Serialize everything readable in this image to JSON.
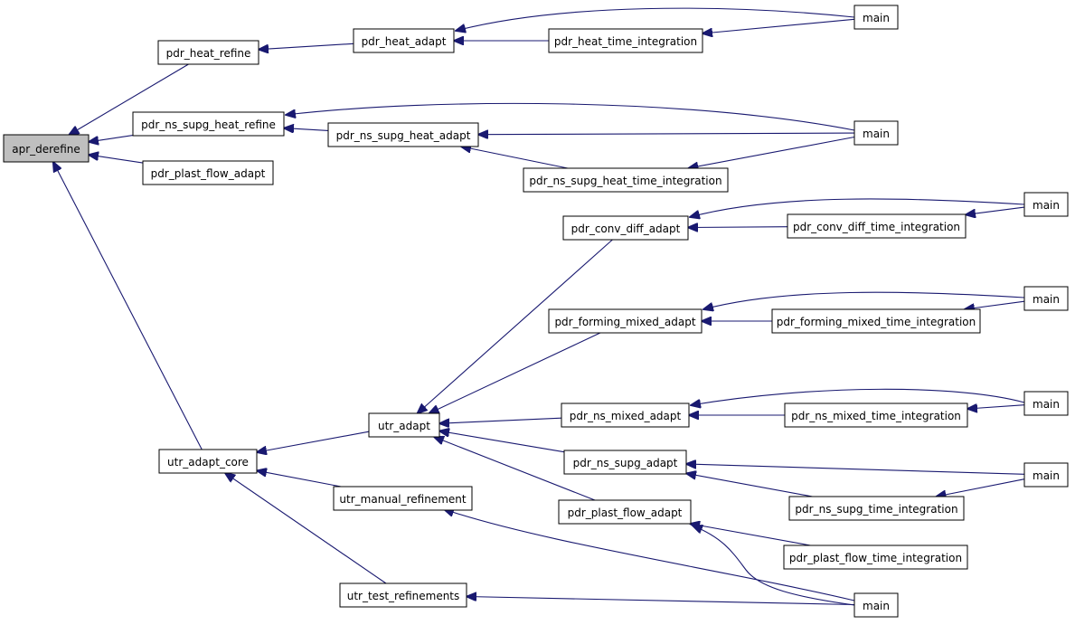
{
  "diagram": {
    "nodes": [
      {
        "id": "apr_derefine",
        "label": "apr_derefine",
        "root": true
      },
      {
        "id": "pdr_heat_refine",
        "label": "pdr_heat_refine"
      },
      {
        "id": "pdr_heat_adapt",
        "label": "pdr_heat_adapt"
      },
      {
        "id": "pdr_heat_time_integration",
        "label": "pdr_heat_time_integration"
      },
      {
        "id": "main_1",
        "label": "main"
      },
      {
        "id": "pdr_ns_supg_heat_refine",
        "label": "pdr_ns_supg_heat_refine"
      },
      {
        "id": "pdr_ns_supg_heat_adapt",
        "label": "pdr_ns_supg_heat_adapt"
      },
      {
        "id": "pdr_ns_supg_heat_time_integration",
        "label": "pdr_ns_supg_heat_time_integration"
      },
      {
        "id": "main_2",
        "label": "main"
      },
      {
        "id": "pdr_plast_flow_adapt_1",
        "label": "pdr_plast_flow_adapt"
      },
      {
        "id": "pdr_conv_diff_adapt",
        "label": "pdr_conv_diff_adapt"
      },
      {
        "id": "pdr_conv_diff_time_integration",
        "label": "pdr_conv_diff_time_integration"
      },
      {
        "id": "main_3",
        "label": "main"
      },
      {
        "id": "pdr_forming_mixed_adapt",
        "label": "pdr_forming_mixed_adapt"
      },
      {
        "id": "pdr_forming_mixed_time_integration",
        "label": "pdr_forming_mixed_time_integration"
      },
      {
        "id": "main_4",
        "label": "main"
      },
      {
        "id": "utr_adapt",
        "label": "utr_adapt"
      },
      {
        "id": "pdr_ns_mixed_adapt",
        "label": "pdr_ns_mixed_adapt"
      },
      {
        "id": "pdr_ns_mixed_time_integration",
        "label": "pdr_ns_mixed_time_integration"
      },
      {
        "id": "main_5",
        "label": "main"
      },
      {
        "id": "utr_adapt_core",
        "label": "utr_adapt_core"
      },
      {
        "id": "pdr_ns_supg_adapt",
        "label": "pdr_ns_supg_adapt"
      },
      {
        "id": "main_6",
        "label": "main"
      },
      {
        "id": "utr_manual_refinement",
        "label": "utr_manual_refinement"
      },
      {
        "id": "pdr_ns_supg_time_integration",
        "label": "pdr_ns_supg_time_integration"
      },
      {
        "id": "pdr_plast_flow_adapt_2",
        "label": "pdr_plast_flow_adapt"
      },
      {
        "id": "pdr_plast_flow_time_integration",
        "label": "pdr_plast_flow_time_integration"
      },
      {
        "id": "utr_test_refinements",
        "label": "utr_test_refinements"
      },
      {
        "id": "main_7",
        "label": "main"
      }
    ],
    "edges": [
      {
        "from": "pdr_heat_refine",
        "to": "apr_derefine"
      },
      {
        "from": "pdr_ns_supg_heat_refine",
        "to": "apr_derefine"
      },
      {
        "from": "pdr_plast_flow_adapt_1",
        "to": "apr_derefine"
      },
      {
        "from": "utr_adapt_core",
        "to": "apr_derefine"
      },
      {
        "from": "pdr_heat_adapt",
        "to": "pdr_heat_refine"
      },
      {
        "from": "main_1",
        "to": "pdr_heat_adapt"
      },
      {
        "from": "pdr_heat_time_integration",
        "to": "pdr_heat_adapt"
      },
      {
        "from": "main_1",
        "to": "pdr_heat_time_integration"
      },
      {
        "from": "main_2",
        "to": "pdr_ns_supg_heat_refine"
      },
      {
        "from": "pdr_ns_supg_heat_adapt",
        "to": "pdr_ns_supg_heat_refine"
      },
      {
        "from": "main_2",
        "to": "pdr_ns_supg_heat_adapt"
      },
      {
        "from": "pdr_ns_supg_heat_time_integration",
        "to": "pdr_ns_supg_heat_adapt"
      },
      {
        "from": "main_2",
        "to": "pdr_ns_supg_heat_time_integration"
      },
      {
        "from": "utr_adapt",
        "to": "utr_adapt_core"
      },
      {
        "from": "utr_manual_refinement",
        "to": "utr_adapt_core"
      },
      {
        "from": "utr_test_refinements",
        "to": "utr_adapt_core"
      },
      {
        "from": "pdr_conv_diff_adapt",
        "to": "utr_adapt"
      },
      {
        "from": "pdr_forming_mixed_adapt",
        "to": "utr_adapt"
      },
      {
        "from": "pdr_ns_mixed_adapt",
        "to": "utr_adapt"
      },
      {
        "from": "pdr_ns_supg_adapt",
        "to": "utr_adapt"
      },
      {
        "from": "pdr_plast_flow_adapt_2",
        "to": "utr_adapt"
      },
      {
        "from": "main_3",
        "to": "pdr_conv_diff_adapt"
      },
      {
        "from": "pdr_conv_diff_time_integration",
        "to": "pdr_conv_diff_adapt"
      },
      {
        "from": "main_3",
        "to": "pdr_conv_diff_time_integration"
      },
      {
        "from": "main_4",
        "to": "pdr_forming_mixed_adapt"
      },
      {
        "from": "pdr_forming_mixed_time_integration",
        "to": "pdr_forming_mixed_adapt"
      },
      {
        "from": "main_4",
        "to": "pdr_forming_mixed_time_integration"
      },
      {
        "from": "main_5",
        "to": "pdr_ns_mixed_adapt"
      },
      {
        "from": "pdr_ns_mixed_time_integration",
        "to": "pdr_ns_mixed_adapt"
      },
      {
        "from": "main_5",
        "to": "pdr_ns_mixed_time_integration"
      },
      {
        "from": "main_6",
        "to": "pdr_ns_supg_adapt"
      },
      {
        "from": "pdr_ns_supg_time_integration",
        "to": "pdr_ns_supg_adapt"
      },
      {
        "from": "main_6",
        "to": "pdr_ns_supg_time_integration"
      },
      {
        "from": "main_7",
        "to": "pdr_plast_flow_adapt_2"
      },
      {
        "from": "pdr_plast_flow_time_integration",
        "to": "pdr_plast_flow_adapt_2"
      },
      {
        "from": "main_7",
        "to": "utr_manual_refinement"
      },
      {
        "from": "main_7",
        "to": "utr_test_refinements"
      }
    ],
    "colors": {
      "edge": "#191970",
      "root_fill": "#bfbfbf",
      "node_fill": "#ffffff",
      "node_stroke": "#000000"
    }
  }
}
